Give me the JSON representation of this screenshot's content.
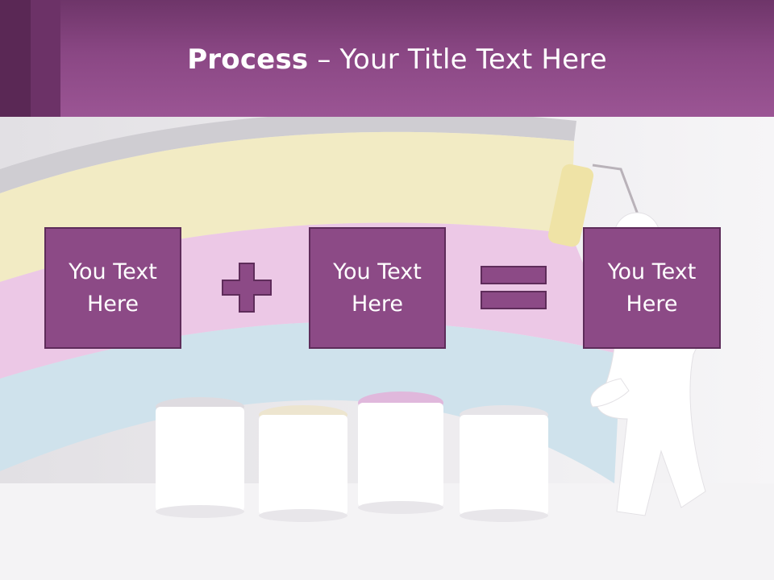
{
  "slide": {
    "title_bold": "Process",
    "title_rest": " – Your Title Text Here"
  },
  "boxes": [
    {
      "label": "You Text Here"
    },
    {
      "label": "You Text Here"
    },
    {
      "label": "You Text Here"
    }
  ],
  "operators": {
    "plus": "plus-icon",
    "equals": "equals-icon"
  },
  "colors": {
    "header": "#8a4784",
    "box_fill": "#8c4a86",
    "box_border": "#5e2c5a",
    "band_yellow": "#f2ebc4",
    "band_pink": "#ecc8e6",
    "band_blue": "#cfe2ec"
  }
}
